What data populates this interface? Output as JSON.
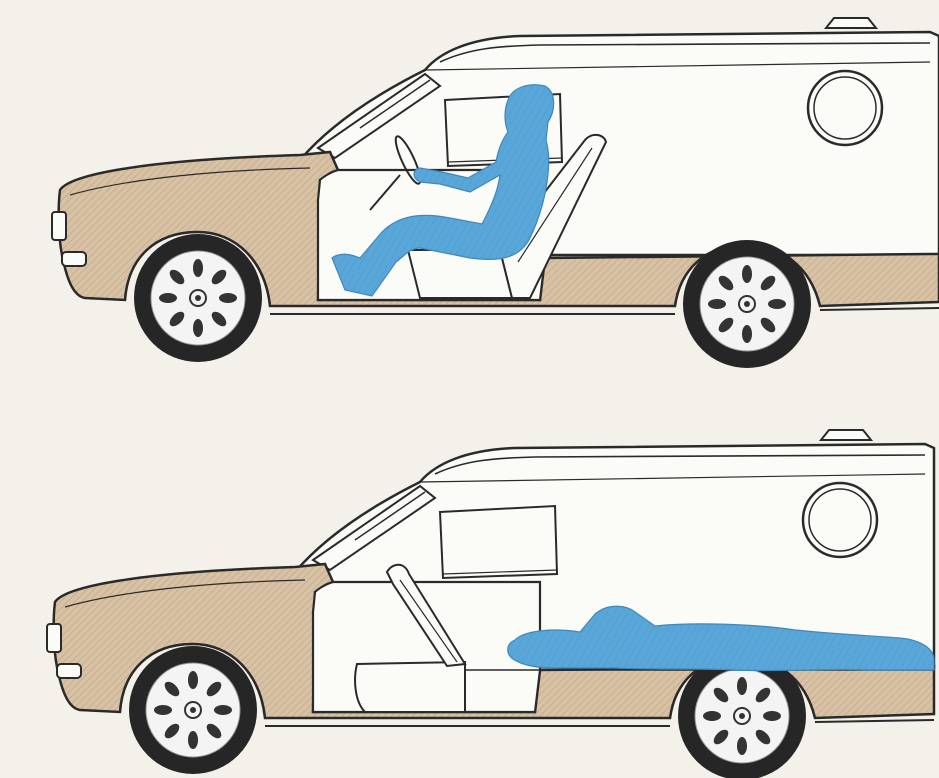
{
  "colors": {
    "background": "#f3f1e9",
    "body_tan": "#d8c2a6",
    "body_hatch": "#c9ae8d",
    "white_panel": "#fbfbf8",
    "outline": "#2a2a2a",
    "tire": "#262626",
    "rim": "#f4f4f4",
    "figure_blue": "#59a7d8",
    "figure_blue_dark": "#3f88bd"
  },
  "panels": [
    {
      "id": "top",
      "figure_pose": "seated-driving"
    },
    {
      "id": "bottom",
      "figure_pose": "lying-flat-in-rear"
    }
  ]
}
